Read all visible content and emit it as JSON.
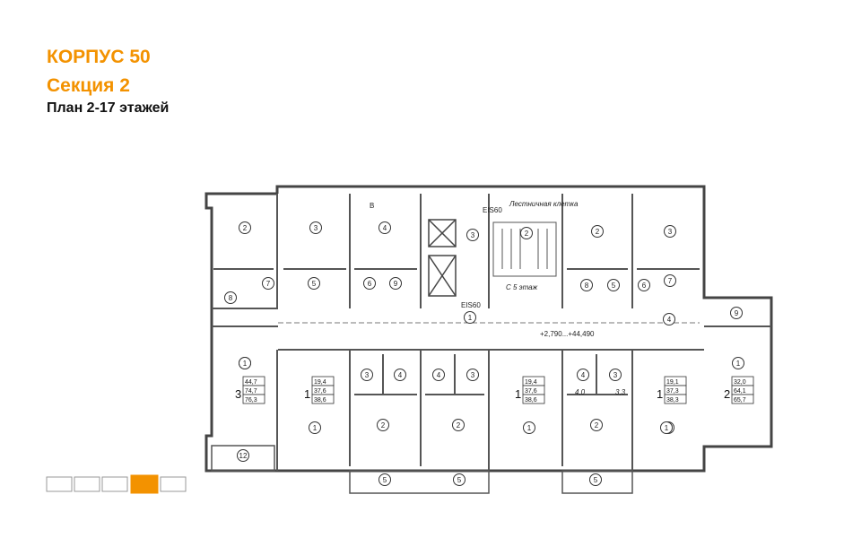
{
  "header": {
    "building": "КОРПУС 50",
    "section": "Секция 2",
    "plan": "План 2-17 этажей"
  },
  "annotations": {
    "stair": "Лестничная клетка",
    "ei1": "EIS60",
    "ei2": "EIS60",
    "floors": "С 5 этаж",
    "level": "+2,790...+44,490",
    "b": "В",
    "c4": "4,0",
    "c3": "3,3"
  },
  "colors": {
    "accent": "#f39200",
    "wall": "#444444"
  },
  "apartments": [
    {
      "rooms": "3",
      "areas": [
        "44,7",
        "74,7",
        "76,3"
      ]
    },
    {
      "rooms": "1",
      "areas": [
        "19,4",
        "37,6",
        "38,6"
      ]
    },
    {
      "rooms": "1",
      "areas": [
        "19,4",
        "37,6",
        "38,6"
      ]
    },
    {
      "rooms": "1",
      "areas": [
        "19,1",
        "37,3",
        "38,3"
      ]
    },
    {
      "rooms": "2",
      "areas": [
        "32,0",
        "64,1",
        "65,7"
      ]
    }
  ],
  "markers": [
    "2",
    "3",
    "4",
    "3",
    "2",
    "3",
    "2",
    "5",
    "6",
    "9",
    "8",
    "5",
    "6",
    "7",
    "7",
    "8",
    "1",
    "4",
    "1",
    "1",
    "1",
    "1",
    "1",
    "1",
    "1",
    "3",
    "4",
    "4",
    "3",
    "4",
    "3",
    "2",
    "2",
    "2",
    "9",
    "12",
    "5",
    "5",
    "5"
  ]
}
